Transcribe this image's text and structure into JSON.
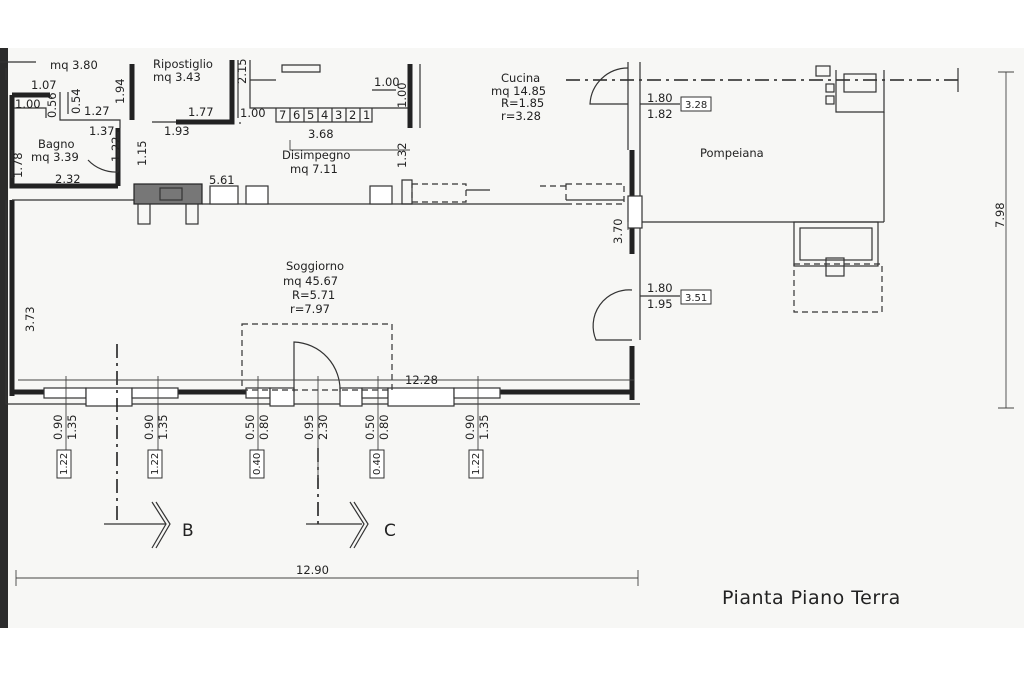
{
  "title": "Pianta Piano Terra",
  "rooms": [
    {
      "name": "",
      "area": "mq 3.80"
    },
    {
      "name": "Ripostiglio",
      "area": "mq 3.43"
    },
    {
      "name": "Bagno",
      "area": "mq 3.39"
    },
    {
      "name": "Cucina",
      "area": "mq 14.85",
      "R": "R=1.85",
      "r": "r=3.28"
    },
    {
      "name": "Disimpegno",
      "area": "mq 7.11"
    },
    {
      "name": "Soggiorno",
      "area": "mq  45.67",
      "R": "R=5.71",
      "r": "r=7.97"
    },
    {
      "name": "Pompeiana"
    }
  ],
  "dimensions": {
    "d1_07": "1.07",
    "d1_00a": "1.00",
    "d0_56": "0.56",
    "d0_54": "0.54",
    "d1_27": "1.27",
    "d1_94": "1.94",
    "d1_37": "1.37",
    "d1_22": "1.22",
    "d1_15": "1.15",
    "d1_78": "1.78",
    "d2_32": "2.32",
    "d2_15": "2.15",
    "d1_77": "1.77",
    "d1_93": "1.93",
    "d1_00b": "1.00",
    "d3_68": "3.68",
    "d1_00c": "1.00",
    "d1_00d": "1.00",
    "d1_32": "1.32",
    "d5_61": "5.61",
    "d3_70": "3.70",
    "d3_73": "3.73",
    "d12_28": "12.28",
    "d12_90": "12.90",
    "d7_98": "7.98",
    "cucina_door_h": "1.80",
    "cucina_door_w": "1.82",
    "cucina_door_box": "3.28",
    "sogg_door_h": "1.80",
    "sogg_door_w": "1.95",
    "sogg_door_box": "3.51"
  },
  "stair_steps": [
    "7",
    "6",
    "5",
    "4",
    "3",
    "2",
    "1"
  ],
  "openings": [
    {
      "w": "0.90",
      "h": "1.35",
      "sill": "1.22"
    },
    {
      "w": "0.90",
      "h": "1.35",
      "sill": "1.22"
    },
    {
      "w": "0.50",
      "h": "0.80",
      "sill": "0.40"
    },
    {
      "w": "0.95",
      "h": "2.30",
      "sill": ""
    },
    {
      "w": "0.50",
      "h": "0.80",
      "sill": "0.40"
    },
    {
      "w": "0.90",
      "h": "1.35",
      "sill": "1.22"
    }
  ],
  "sections": [
    "B",
    "C"
  ]
}
